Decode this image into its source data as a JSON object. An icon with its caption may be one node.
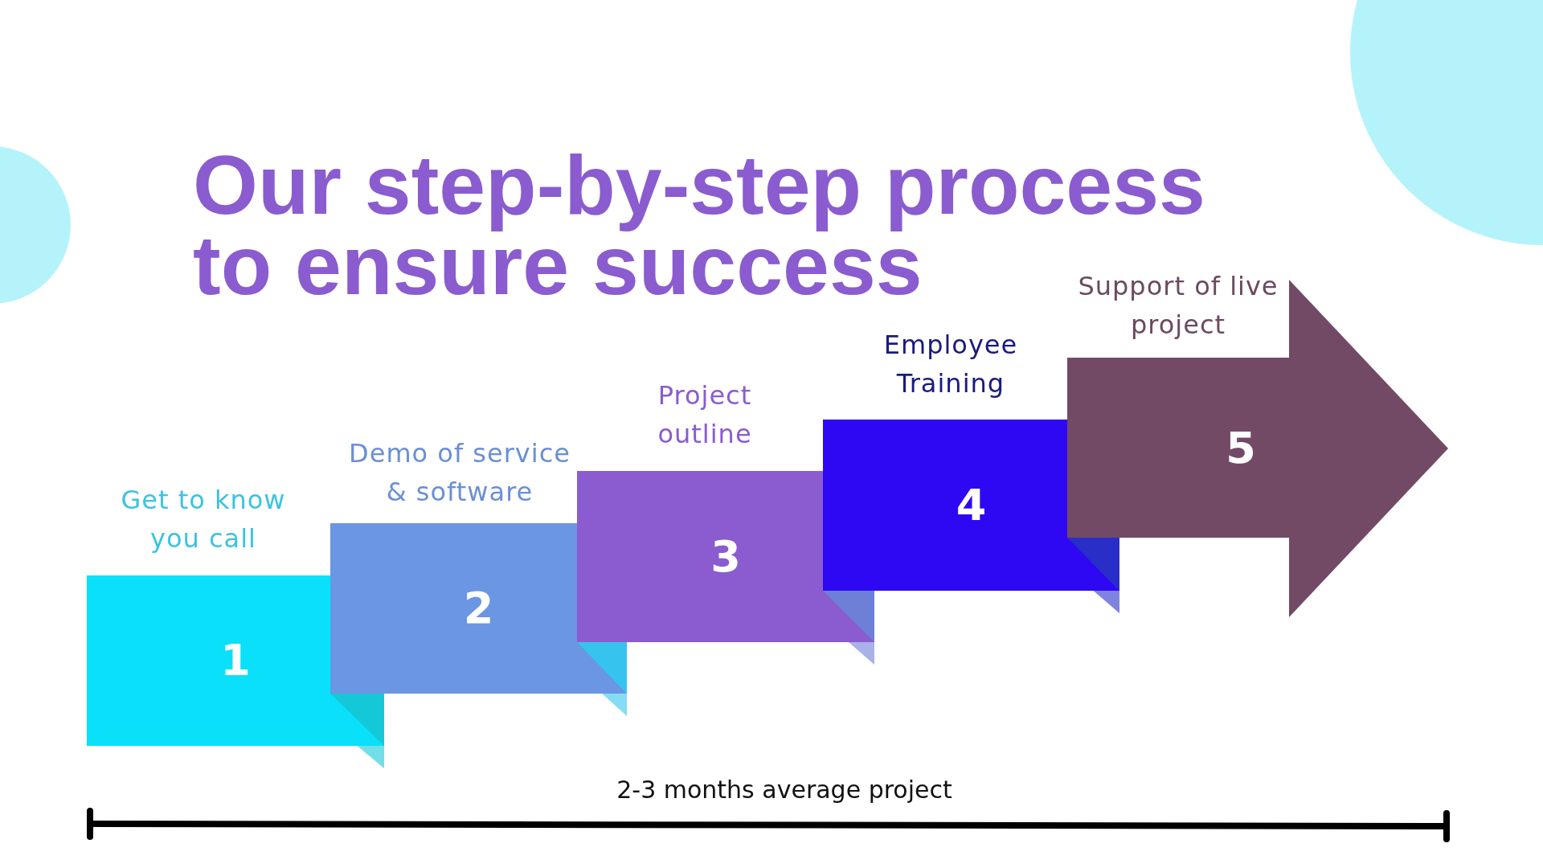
{
  "diagram": {
    "title": "Our step-by-step process to ensure success",
    "nodes": [
      {
        "text": [
          "1"
        ],
        "beside": [
          "Get to know you call"
        ]
      },
      {
        "text": [
          "2"
        ],
        "beside": [
          "Demo of service & software"
        ]
      },
      {
        "text": [
          "3"
        ],
        "beside": [
          "Project outline"
        ]
      },
      {
        "text": [
          "4"
        ],
        "beside": [
          "Employee Training"
        ]
      },
      {
        "text": [
          "5"
        ],
        "beside": [
          "Support of live project"
        ]
      }
    ],
    "labels": [
      "2-3 months average project"
    ]
  }
}
